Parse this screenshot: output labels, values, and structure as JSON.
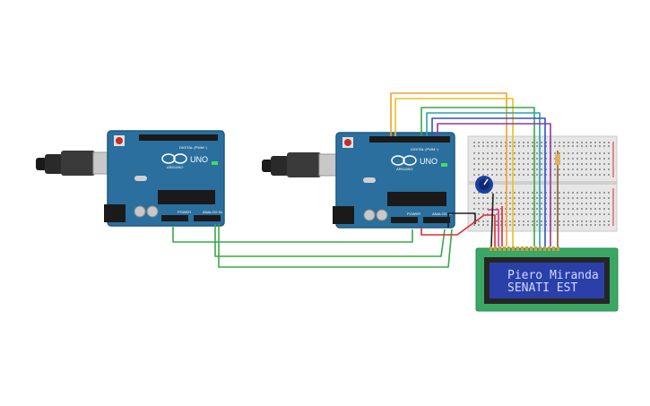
{
  "lcd": {
    "line1": "Piero Miranda",
    "line2": "SENATI EST"
  },
  "arduino_left": {
    "model": "UNO",
    "brand": "ARDUINO",
    "digital_label": "DIGITAL (PWM~)",
    "power_label": "POWER",
    "analog_label": "ANALOG IN"
  },
  "arduino_right": {
    "model": "UNO",
    "brand": "ARDUINO",
    "digital_label": "DIGITAL (PWM~)",
    "power_label": "POWER",
    "analog_label": "ANALOG IN"
  },
  "colors": {
    "board": "#2a6f9e",
    "breadboard": "#e6e6e6",
    "lcd_pcb": "#3aa864",
    "lcd_screen": "#2b3fa8",
    "wire_green": "#39a845",
    "wire_orange": "#f0a030",
    "wire_yellow": "#e8c020",
    "wire_red": "#d83030",
    "wire_blue": "#3050d0",
    "wire_purple": "#8a3aa8",
    "wire_brown": "#8a5a30",
    "wire_black": "#202020"
  }
}
